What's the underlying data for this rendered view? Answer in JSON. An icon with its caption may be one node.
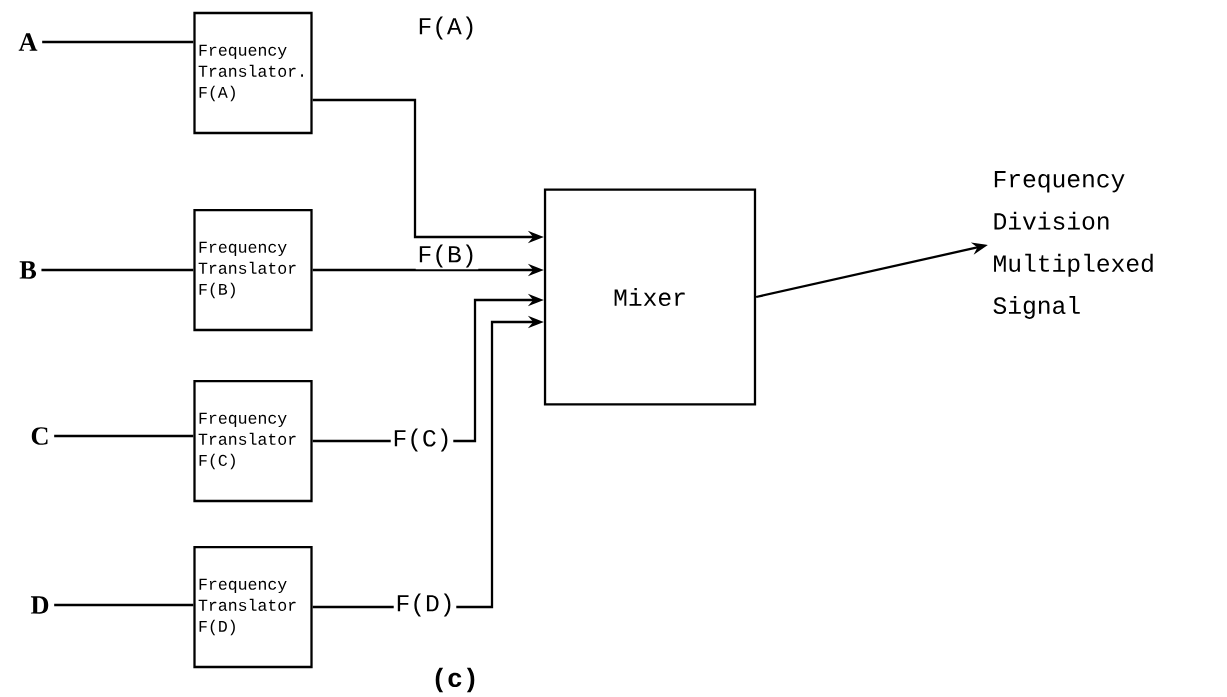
{
  "diagram": {
    "caption": "(c)",
    "nodes": [
      {
        "text": [
          "A"
        ]
      },
      {
        "text": [
          "B"
        ]
      },
      {
        "text": [
          "C"
        ]
      },
      {
        "text": [
          "D"
        ]
      },
      {
        "text": [
          "Frequency Translator. F(A)"
        ]
      },
      {
        "text": [
          "Frequency Translator F(B)"
        ]
      },
      {
        "text": [
          "Frequency Translator F(C)"
        ]
      },
      {
        "text": [
          "Frequency Translator F(D)"
        ]
      },
      {
        "text": [
          "Mixer"
        ]
      },
      {
        "text": [
          "Frequency Division Multiplexed Signal"
        ]
      }
    ],
    "edges": [
      {
        "from": 0,
        "to": 4,
        "arrow": "none"
      },
      {
        "from": 1,
        "to": 5,
        "arrow": "none"
      },
      {
        "from": 2,
        "to": 6,
        "arrow": "none"
      },
      {
        "from": 3,
        "to": 7,
        "arrow": "none"
      },
      {
        "from": 4,
        "to": 8,
        "arrow": "to",
        "label": "F(A)"
      },
      {
        "from": 5,
        "to": 8,
        "arrow": "to",
        "label": "F(B)"
      },
      {
        "from": 6,
        "to": 8,
        "arrow": "to",
        "label": "F(C)"
      },
      {
        "from": 7,
        "to": 8,
        "arrow": "to",
        "label": "F(D)"
      },
      {
        "from": 8,
        "to": 9,
        "arrow": "to"
      }
    ]
  }
}
